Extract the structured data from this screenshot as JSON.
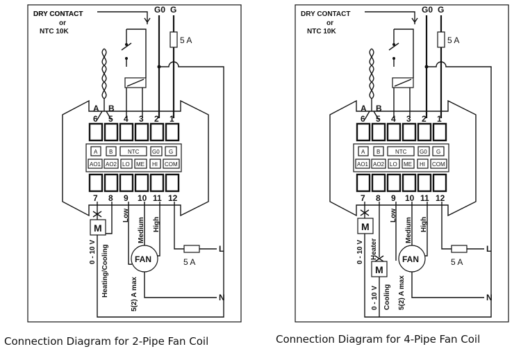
{
  "diagrams": [
    {
      "caption": "Connection Diagram for 2-Pipe Fan Coil",
      "contact_label_1": "DRY CONTACT",
      "contact_label_2": "or",
      "contact_label_3": "NTC 10K",
      "supply_g0": "G0",
      "supply_g": "G",
      "fuse_top": "5 A",
      "fuse_bottom": "5 A",
      "letter_a": "A",
      "letter_b": "B",
      "top_numbers": [
        "6",
        "5",
        "4",
        "3",
        "2",
        "1"
      ],
      "bottom_numbers": [
        "7",
        "8",
        "9",
        "10",
        "11",
        "12"
      ],
      "labels_row1": [
        "A",
        "B",
        "NTC",
        "G0",
        "G"
      ],
      "labels_row2": [
        "AO1",
        "AO2",
        "LO",
        "ME",
        "HI",
        "COM"
      ],
      "speed_low": "Low",
      "speed_medium": "Medium",
      "speed_high": "High",
      "actuator_1": "M",
      "signal_1": "0 - 10 V",
      "mode_1": "Heating/Cooling",
      "fan_label": "FAN",
      "fan_current": "5(2) A max",
      "line_l": "L",
      "line_n": "N"
    },
    {
      "caption": "Connection Diagram for 4-Pipe Fan Coil",
      "contact_label_1": "DRY CONTACT",
      "contact_label_2": "or",
      "contact_label_3": "NTC 10K",
      "supply_g0": "G0",
      "supply_g": "G",
      "fuse_top": "5 A",
      "fuse_bottom": "5 A",
      "letter_a": "A",
      "letter_b": "B",
      "top_numbers": [
        "6",
        "5",
        "4",
        "3",
        "2",
        "1"
      ],
      "bottom_numbers": [
        "7",
        "8",
        "9",
        "10",
        "11",
        "12"
      ],
      "labels_row1": [
        "A",
        "B",
        "NTC",
        "G0",
        "G"
      ],
      "labels_row2": [
        "AO1",
        "AO2",
        "LO",
        "ME",
        "HI",
        "COM"
      ],
      "speed_low": "Low",
      "speed_medium": "Medium",
      "speed_high": "High",
      "actuator_1": "M",
      "signal_1": "0 - 10 V",
      "mode_1": "Heater",
      "actuator_2": "M",
      "signal_2": "0 - 10 V",
      "mode_2": "Cooling",
      "fan_label": "FAN",
      "fan_current": "5(2) A max",
      "line_l": "L",
      "line_n": "N"
    }
  ]
}
